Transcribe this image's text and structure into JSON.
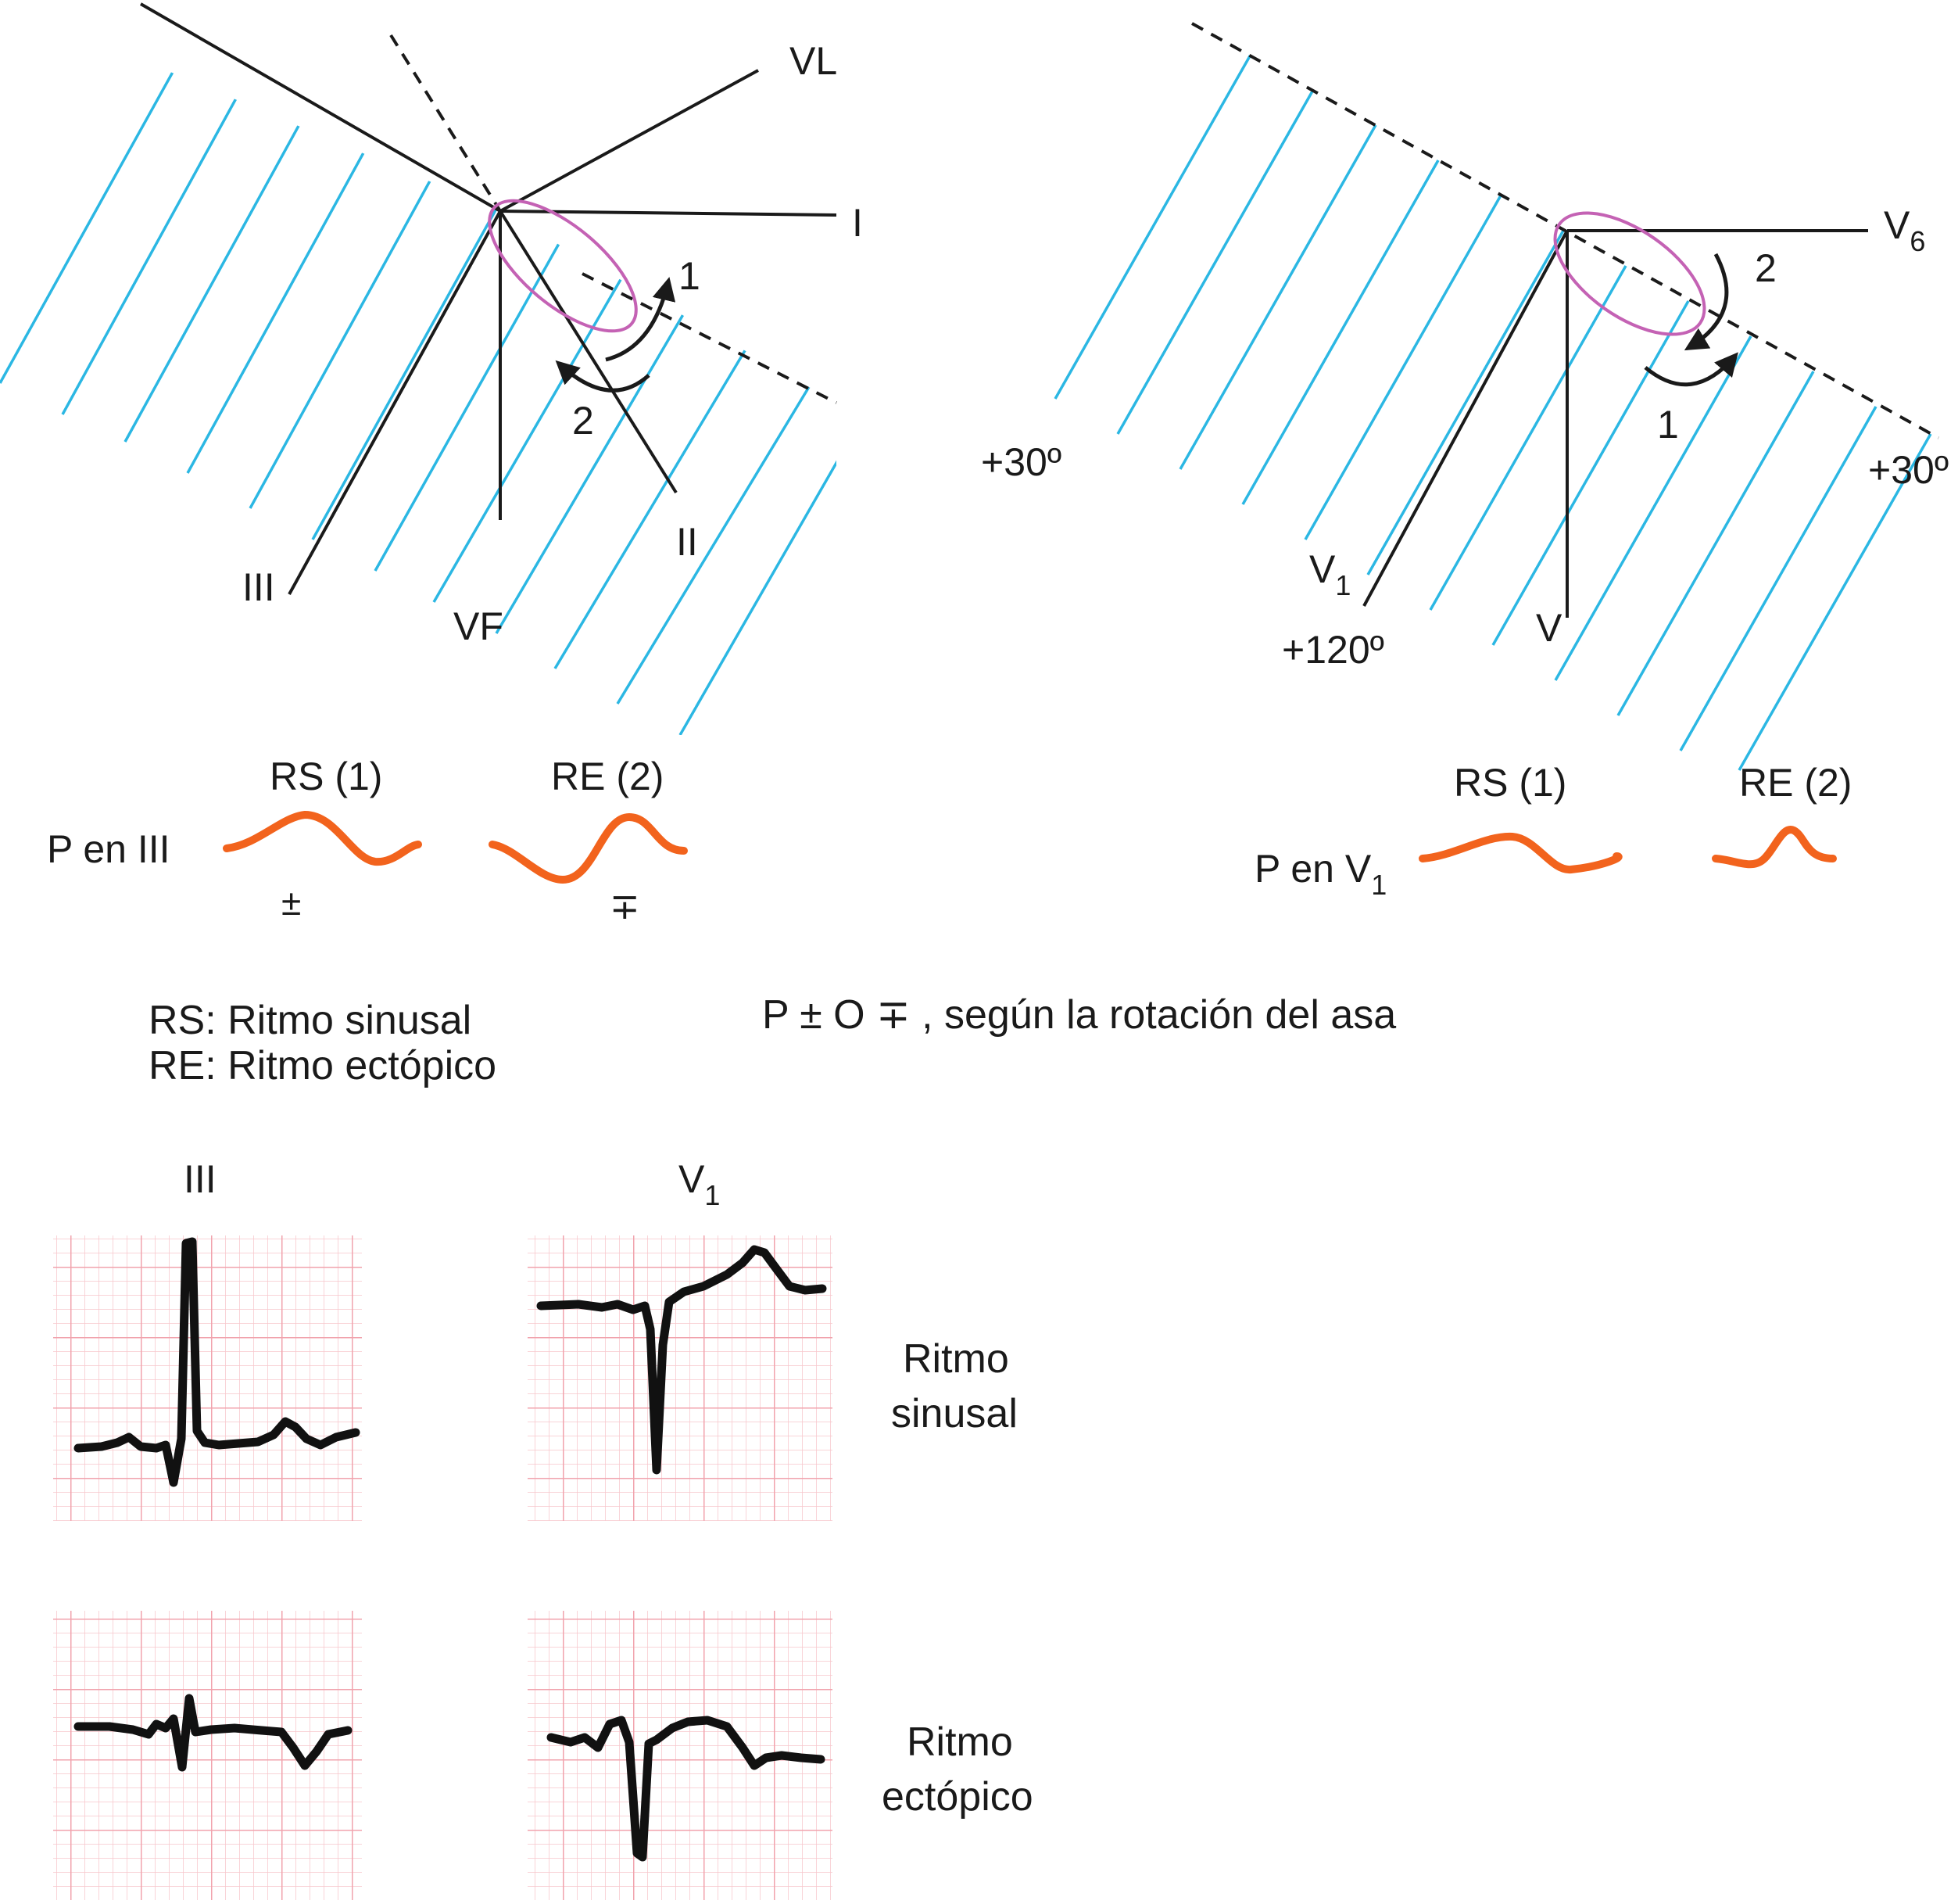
{
  "left_diagram": {
    "lead_labels": {
      "vl": "VL",
      "i": "I",
      "ii": "II",
      "iii": "III",
      "vf": "VF"
    },
    "rotation_labels": {
      "one": "1",
      "two": "2"
    }
  },
  "right_diagram": {
    "lead_labels": {
      "v6_base": "V",
      "v6_sub": "6",
      "v1_base": "V",
      "v1_sub": "1",
      "v": "V"
    },
    "angle_labels": {
      "left": "+30º",
      "right": "+30º",
      "v1": "+120º"
    },
    "rotation_labels": {
      "one": "1",
      "two": "2"
    }
  },
  "p_wave_left": {
    "row_label": "P en III",
    "rs_label": "RS (1)",
    "re_label": "RE (2)",
    "rs_sign": "±",
    "re_sign": "∓"
  },
  "p_wave_right": {
    "row_label_base": "P en V",
    "row_label_sub": "1",
    "rs_label": "RS (1)",
    "re_label": "RE (2)"
  },
  "legend": {
    "rs": "RS: Ritmo sinusal",
    "re": "RE: Ritmo ectópico",
    "note": "P ± O ∓ , según la rotación del asa"
  },
  "ecg": {
    "col_iii": "III",
    "col_v1_base": "V",
    "col_v1_sub": "1",
    "row_sinus_1": "Ritmo",
    "row_sinus_2": "sinusal",
    "row_ectopic_1": "Ritmo",
    "row_ectopic_2": "ectópico"
  },
  "colors": {
    "hatch": "#2bb7e3",
    "loop": "#c462b4",
    "p_wave": "#f2631d",
    "ecg_grid": "#f1a3ad"
  }
}
